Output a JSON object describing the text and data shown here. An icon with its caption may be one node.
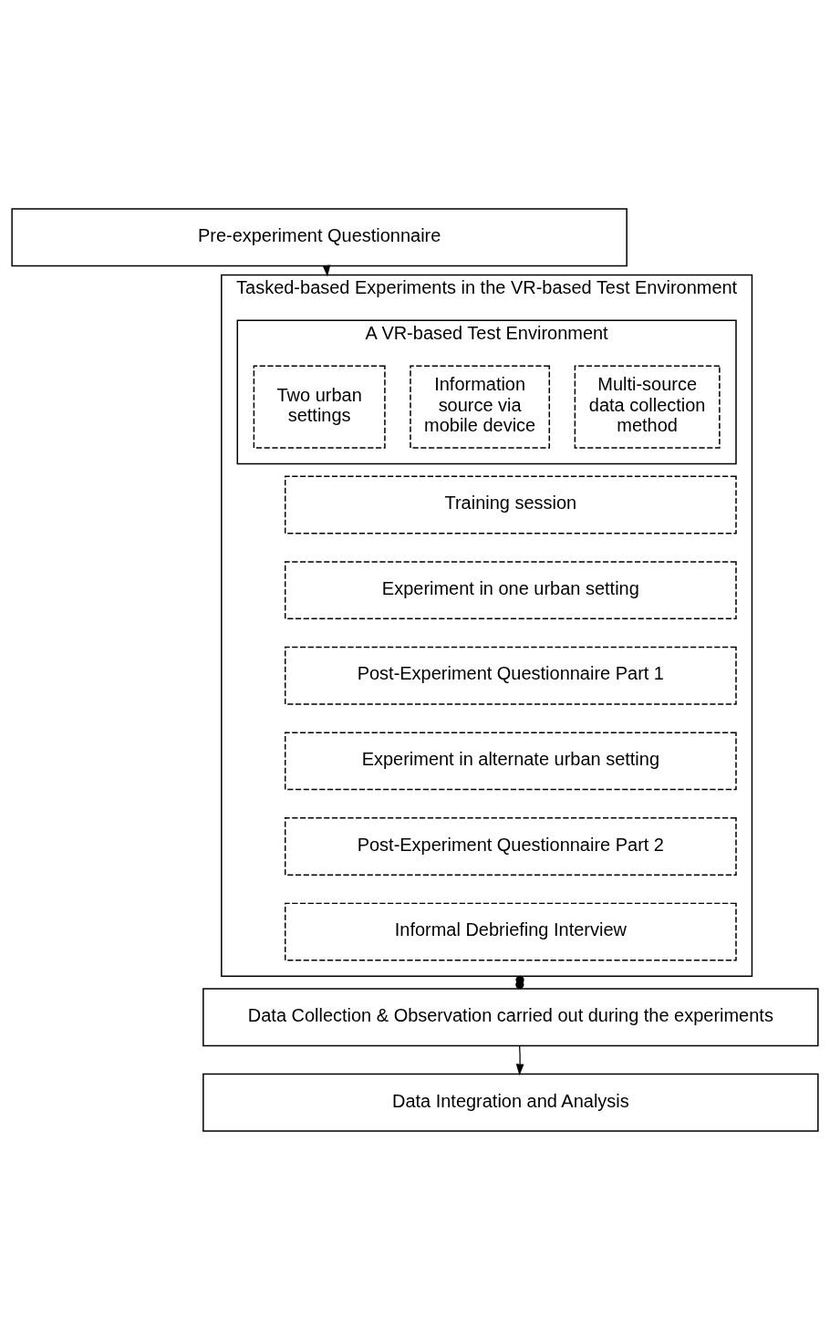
{
  "diagram": {
    "nodes": [
      {
        "text": [
          "Pre-experiment Questionnaire"
        ]
      },
      {
        "text": [
          "Tasked-based Experiments in the VR-based Test Environment"
        ]
      },
      {
        "text": [
          "A VR-based Test Environment"
        ],
        "in": 1
      },
      {
        "text": [
          "Two urban settings"
        ],
        "in": 2
      },
      {
        "text": [
          "Information source via mobile device"
        ],
        "in": 2
      },
      {
        "text": [
          "Multi-source data collection method"
        ],
        "in": 2
      },
      {
        "text": [
          "Training session"
        ],
        "in": 1
      },
      {
        "text": [
          "Experiment in one urban setting"
        ],
        "in": 1
      },
      {
        "text": [
          "Post-Experiment Questionnaire Part 1"
        ],
        "in": 1
      },
      {
        "text": [
          "Experiment in alternate urban setting"
        ],
        "in": 1
      },
      {
        "text": [
          "Post-Experiment Questionnaire Part 2"
        ],
        "in": 1
      },
      {
        "text": [
          "Informal Debriefing Interview"
        ],
        "in": 1
      },
      {
        "text": [
          "Data Collection & Observation carried out during the experiments"
        ]
      },
      {
        "text": [
          "Data Integration and Analysis"
        ]
      }
    ],
    "edges": [
      {
        "from": 0,
        "to": 1,
        "arrow": "to"
      },
      {
        "from": 1,
        "to": 12,
        "arrow": "other",
        "style": "dashed"
      },
      {
        "from": 12,
        "to": 13,
        "arrow": "to"
      }
    ]
  }
}
